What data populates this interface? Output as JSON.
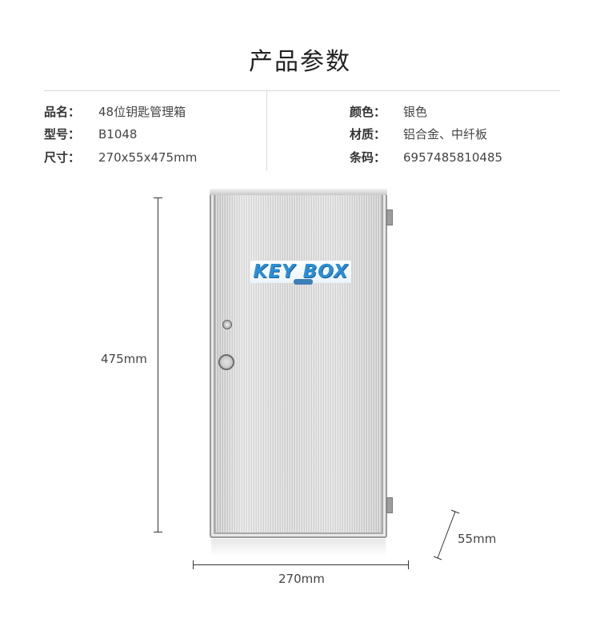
{
  "page_title": "产品参数",
  "specs_left": [
    {
      "label": "品名：",
      "value": "48位钥匙管理箱"
    },
    {
      "label": "型号：",
      "value": "B1048"
    },
    {
      "label": "尺寸：",
      "value": "270x55x475mm"
    }
  ],
  "specs_right": [
    {
      "label": "颜色：",
      "value": "银色"
    },
    {
      "label": "材质：",
      "value": "铝合金、中纤板"
    },
    {
      "label": "条码：",
      "value": "6957485810485"
    }
  ],
  "product": {
    "logo_text": "KEY BOX",
    "height_label": "475mm",
    "width_label": "270mm",
    "depth_label": "55mm",
    "color": "#d2d2d2",
    "logo_color": "#2b8fd6"
  }
}
